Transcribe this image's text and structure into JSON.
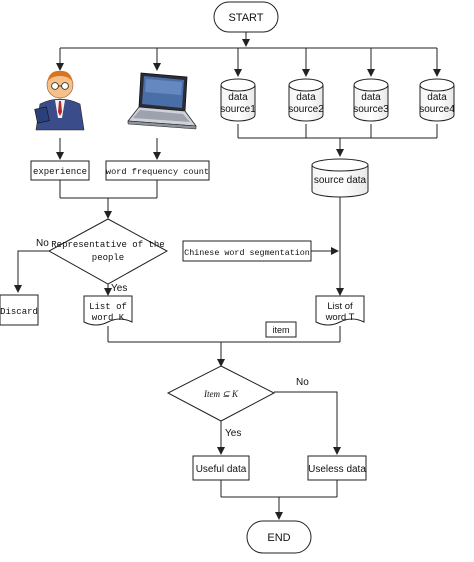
{
  "nodes": {
    "start": "START",
    "source1": [
      "data",
      "source1"
    ],
    "source2": [
      "data",
      "source2"
    ],
    "source3": [
      "data",
      "source3"
    ],
    "source4": [
      "data",
      "source4"
    ],
    "experience": "experience",
    "word_freq": "word frequency count",
    "source_data": "source data",
    "decision1": [
      "Representative of the",
      "people"
    ],
    "chinese_seg": "Chinese word segmentation",
    "discard": "Discard",
    "list_k": [
      "List of",
      "word K"
    ],
    "list_t": [
      "List of",
      "word T"
    ],
    "item": "item",
    "decision2": "Item ⊆ K",
    "useful": "Useful data",
    "useless": "Useless data",
    "end": "END"
  },
  "edge_labels": {
    "no1": "No",
    "yes1": "Yes",
    "no2": "No",
    "yes2": "Yes"
  },
  "icons": {
    "person": "person-icon",
    "laptop": "laptop-icon"
  }
}
